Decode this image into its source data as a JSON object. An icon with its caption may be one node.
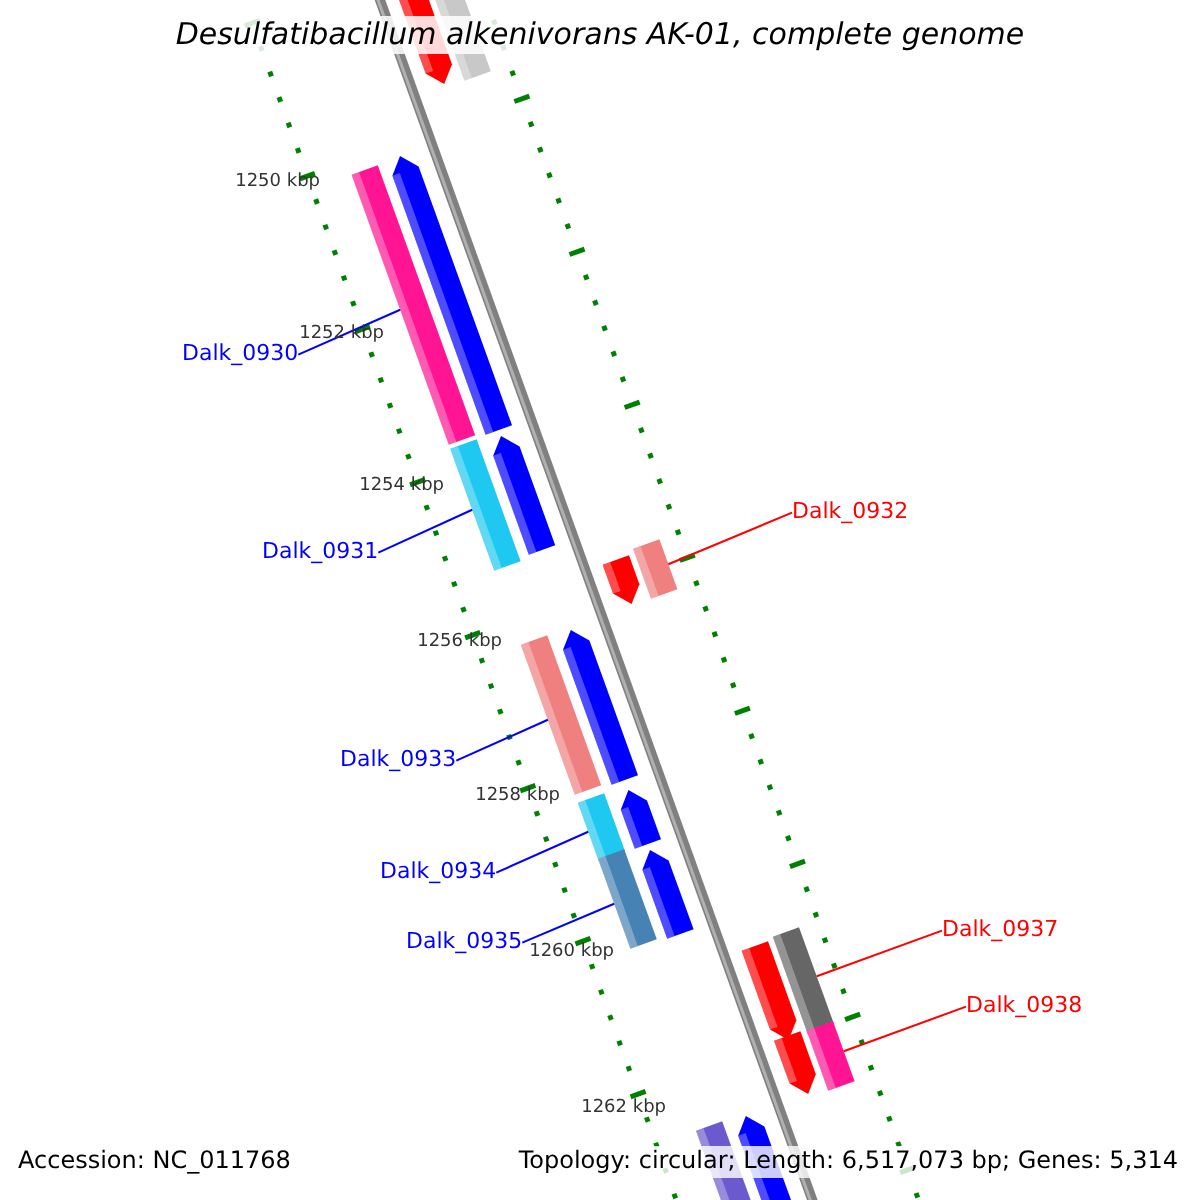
{
  "diagram": {
    "title": "Desulfatibacillum alkenivorans AK-01, complete genome",
    "nodes": [
      {
        "text": [
          "Dalk_0930"
        ]
      },
      {
        "text": [],
        "shape": "bar"
      },
      {
        "text": [
          "Dalk_0931"
        ]
      },
      {
        "text": [],
        "shape": "bar"
      },
      {
        "text": [
          "Dalk_0932"
        ]
      },
      {
        "text": [],
        "shape": "bar"
      },
      {
        "text": [
          "Dalk_0933"
        ]
      },
      {
        "text": [],
        "shape": "bar"
      },
      {
        "text": [
          "Dalk_0934"
        ]
      },
      {
        "text": [],
        "shape": "bar"
      },
      {
        "text": [
          "Dalk_0935"
        ]
      },
      {
        "text": [],
        "shape": "bar"
      },
      {
        "text": [
          "Dalk_0937"
        ]
      },
      {
        "text": [],
        "shape": "bar"
      },
      {
        "text": [
          "Dalk_0938"
        ]
      },
      {
        "text": [],
        "shape": "bar"
      }
    ],
    "edges": [
      {
        "from": 0,
        "to": 1,
        "arrow": "none"
      },
      {
        "from": 2,
        "to": 3,
        "arrow": "none"
      },
      {
        "from": 4,
        "to": 5,
        "arrow": "none",
        "color": "#ff0000"
      },
      {
        "from": 6,
        "to": 7,
        "arrow": "none"
      },
      {
        "from": 8,
        "to": 9,
        "arrow": "none"
      },
      {
        "from": 10,
        "to": 11,
        "arrow": "none"
      },
      {
        "from": 12,
        "to": 13,
        "arrow": "none",
        "color": "#ff0000"
      },
      {
        "from": 14,
        "to": 15,
        "arrow": "none",
        "color": "#ff0000"
      }
    ],
    "labels": [
      "1250 kbp",
      "1252 kbp",
      "1254 kbp",
      "1256 kbp",
      "1258 kbp",
      "1260 kbp",
      "1262 kbp",
      "Accession: NC_011768",
      "Topology: circular; Length: 6,517,073 bp; Genes: 5,314"
    ]
  }
}
